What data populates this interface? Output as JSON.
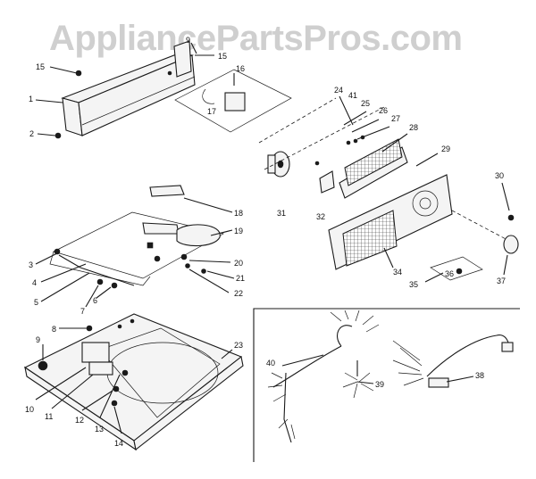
{
  "watermark": "AppliancePartsPros.com",
  "callouts": {
    "c1": "1",
    "c2": "2",
    "c3": "3",
    "c4": "4",
    "c5": "5",
    "c6": "6",
    "c7": "7",
    "c8": "8",
    "c9a": "9",
    "c9b": "9",
    "c10": "10",
    "c11": "11",
    "c12": "12",
    "c13": "13",
    "c14": "14",
    "c15a": "15",
    "c15b": "15",
    "c16": "16",
    "c17": "17",
    "c18": "18",
    "c19": "19",
    "c20": "20",
    "c21": "21",
    "c22": "22",
    "c23": "23",
    "c24": "24",
    "c25": "25",
    "c26": "26",
    "c27": "27",
    "c28": "28",
    "c29": "29",
    "c30": "30",
    "c31": "31",
    "c32": "32",
    "c34": "34",
    "c35": "35",
    "c36": "36",
    "c37": "37",
    "c38": "38",
    "c39": "39",
    "c40": "40",
    "c41": "41"
  }
}
